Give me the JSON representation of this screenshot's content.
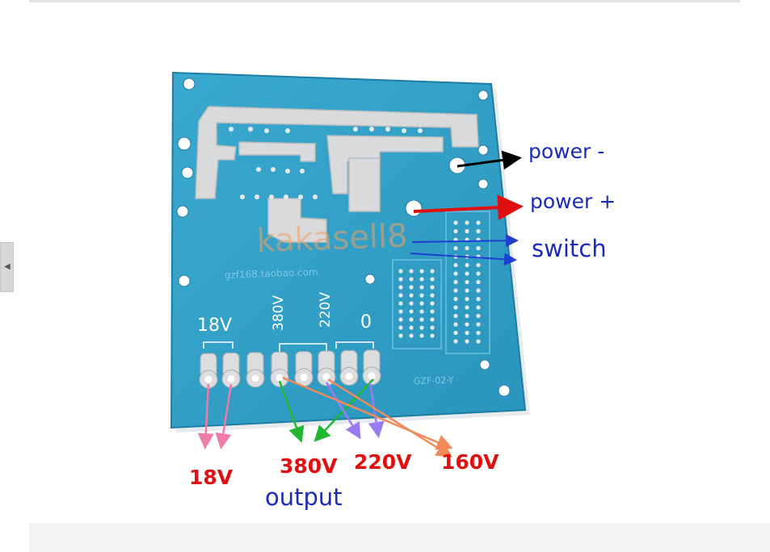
{
  "board": {
    "silk_url": "gzf168.taobao.com",
    "model": "GZF-02-Y",
    "watermark": "kakasell8",
    "silk_labels": {
      "v18": "18V",
      "v380": "380V",
      "v220": "220V",
      "v0": "0"
    },
    "colors": {
      "pcb": "#2f9fc4",
      "pcb_dark": "#1f7fa6",
      "solder": "#d9dadc"
    }
  },
  "annotations": {
    "power_minus": "power -",
    "power_plus": "power +",
    "switch": "switch",
    "out_18v": "18V",
    "out_380v": "380V",
    "out_220v": "220V",
    "out_160v": "160V",
    "output": "output",
    "colors": {
      "blue_text": "#1a2bb5",
      "red_text": "#e01010",
      "black_arrow": "#000000",
      "red_arrow": "#e01010",
      "blue_arrow": "#1f3fd0",
      "pink_arrow": "#f07aa8",
      "green_arrow": "#1fb830",
      "purple_arrow": "#9b7cf0",
      "orange_arrow": "#f08a5a"
    }
  }
}
